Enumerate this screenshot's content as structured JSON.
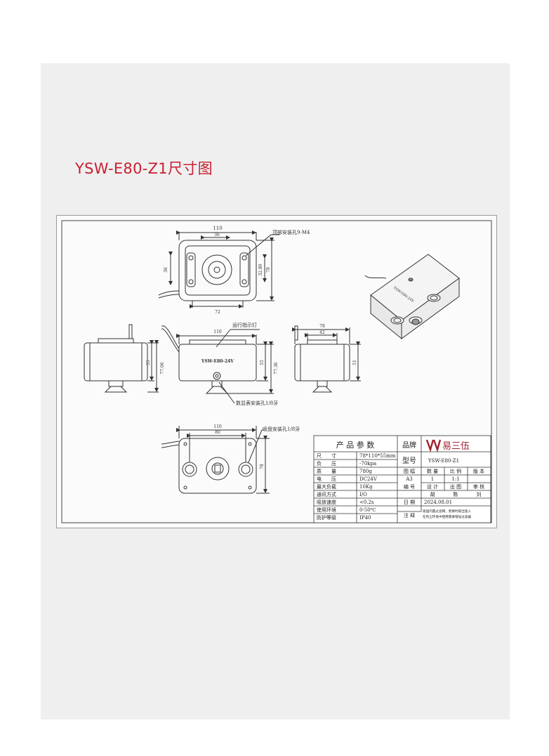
{
  "page": {
    "title": "YSW-E80-Z1尺寸图"
  },
  "drawing": {
    "top_view": {
      "dim_width": "110",
      "dim_inner": "36",
      "dim_bottom": "72",
      "dim_left": "36",
      "dim_right_inner": "32.80",
      "dim_right": "78",
      "callout": "顶部安装孔9-M4"
    },
    "front_view": {
      "dim_width": "110",
      "label": "YSW-E80-24V",
      "dim_h1": "55",
      "dim_h2": "77.06",
      "dim_h3": "55",
      "dim_h4": "77.36",
      "callout_top": "运行指示灯",
      "callout_bottom": "数显表安装孔1/8牙"
    },
    "side_view": {
      "dim_outer": "78",
      "dim_inner": "42",
      "dim_h": "51"
    },
    "bottom_view": {
      "dim_width": "110",
      "dim_inner": "80",
      "dim_right": "78",
      "callout": "吸盘安装孔1/8牙"
    },
    "iso_label": "YSW-E80-24V"
  },
  "title_block": {
    "params_header": "产 品 参 数",
    "params": [
      {
        "k": "尺　　寸",
        "v": "78*110*55mm"
      },
      {
        "k": "负　　压",
        "v": "-70kpa"
      },
      {
        "k": "质　　量",
        "v": "780g"
      },
      {
        "k": "电　　压",
        "v": "DC24V"
      },
      {
        "k": "最大负载",
        "v": "10Kg"
      },
      {
        "k": "通讯方式",
        "v": "I/O"
      },
      {
        "k": "吸放速度",
        "v": "<0.2s"
      },
      {
        "k": "使用环境",
        "v": "0-50℃"
      },
      {
        "k": "防护等级",
        "v": "IP40"
      }
    ],
    "brand_label": "品牌",
    "brand_logo": "易三伍",
    "model_label": "型号",
    "model_value": "YSW-E80-Z1",
    "size_label": "图 幅",
    "size_value": "A3",
    "qty_label": "数 量",
    "qty_value": "1",
    "scale_label": "比 例",
    "scale_value": "1:1",
    "version_label": "版 本",
    "code_label": "编 号",
    "design_label": "设 计",
    "drawn_label": "出 图",
    "review_label": "审 核",
    "designer": "胡",
    "drawer": "陈",
    "reviewer": "刘",
    "date_label": "日 期",
    "date_value": "2024.08.01",
    "note_label": "注 释",
    "note_line1": "吸盘内置过滤网，更换时取出放入",
    "note_line2": "在有尘环境中使用需要增加过滤器"
  },
  "colors": {
    "title": "#c8202f",
    "logo": "#a0222e",
    "line": "#333333",
    "sheet": "#efeff0"
  }
}
